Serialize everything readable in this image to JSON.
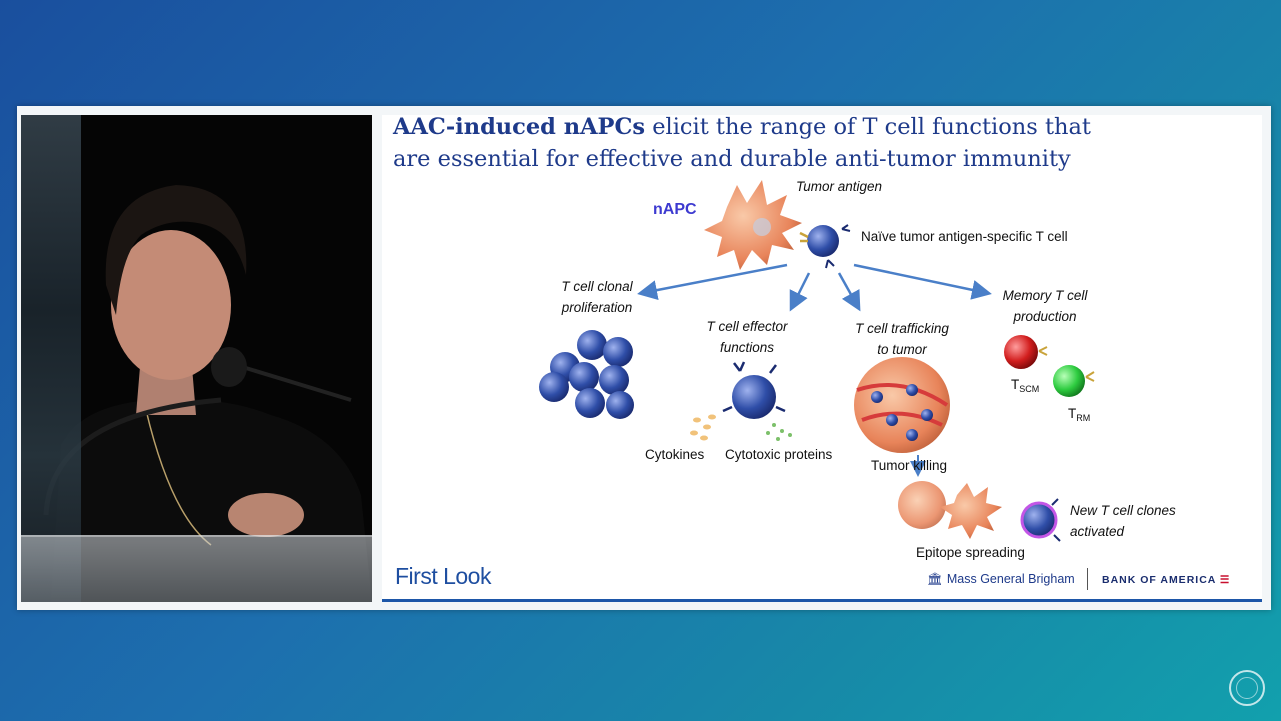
{
  "slide": {
    "title_bold": "AAC-induced nAPCs",
    "title_rest": " elicit the range of T cell functions that",
    "title_line2": "are essential for effective and durable anti-tumor immunity",
    "napc": "nAPC",
    "tumor_antigen": "Tumor antigen",
    "naive_t_cell": "Naïve tumor antigen-specific T cell",
    "clonal_line1": "T cell clonal",
    "clonal_line2": "proliferation",
    "effector_line1": "T cell effector",
    "effector_line2": "functions",
    "trafficking_line1": "T cell trafficking",
    "trafficking_line2": "to tumor",
    "memory_line1": "Memory T cell",
    "memory_line2": "production",
    "tscm_main": "T",
    "tscm_sub": "SCM",
    "trm_main": "T",
    "trm_sub": "RM",
    "cytokines": "Cytokines",
    "cytotoxic": "Cytotoxic proteins",
    "tumor_killing": "Tumor killing",
    "new_clones_line1": "New T cell clones",
    "new_clones_line2": "activated",
    "epitope": "Epitope spreading",
    "footer_left": "First Look",
    "footer_mgb": "Mass General Brigham",
    "footer_boa": "BANK OF AMERICA"
  },
  "colors": {
    "title": "#1e3a8a",
    "napc_label": "#3d3ad0",
    "arrow": "#4a7fc8",
    "t_cell": "#2f4ea8",
    "tumor": "#e8845a",
    "tscm": "#d21e1e",
    "trm": "#2ecc40"
  }
}
